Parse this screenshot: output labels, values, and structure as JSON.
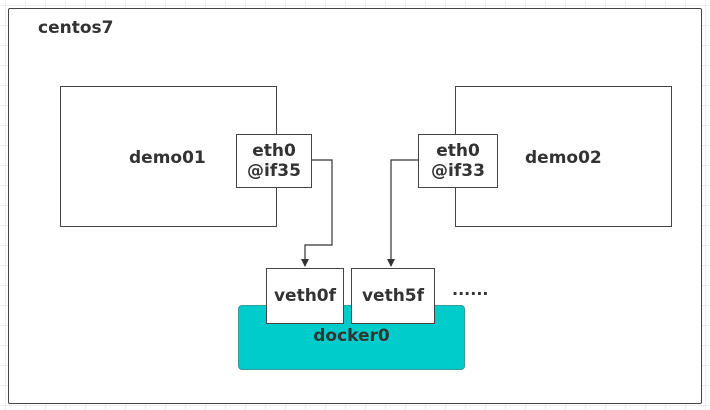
{
  "host": {
    "label": "centos7"
  },
  "containers": [
    {
      "name": "demo01",
      "interface": {
        "line1": "eth0",
        "line2": "@if35"
      }
    },
    {
      "name": "demo02",
      "interface": {
        "line1": "eth0",
        "line2": "@if33"
      }
    }
  ],
  "bridge": {
    "name": "docker0",
    "color": "#00cccc",
    "veths": [
      "veth0f",
      "veth5f"
    ],
    "more": "......"
  },
  "colors": {
    "border": "#444444",
    "text": "#333333",
    "grid": "#eeeeee"
  }
}
